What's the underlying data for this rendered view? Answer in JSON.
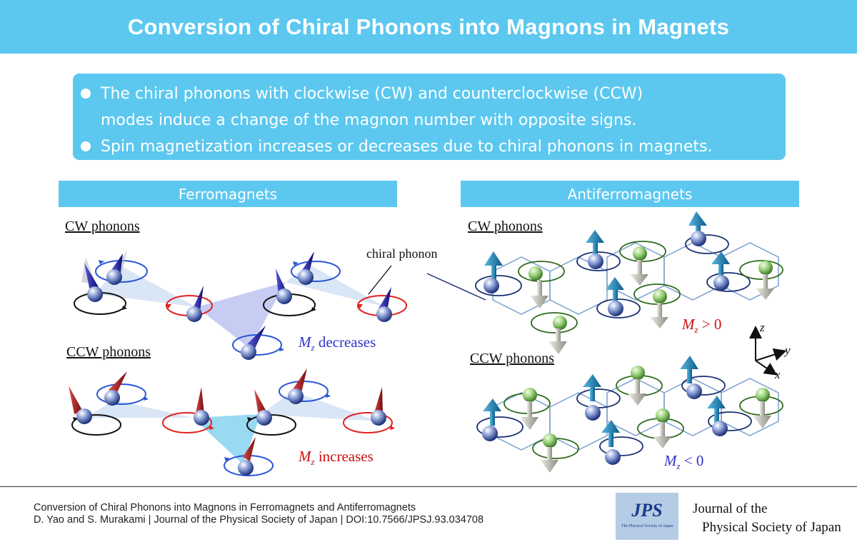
{
  "title": "Conversion of Chiral Phonons into Magnons in Magnets",
  "summary": {
    "bullet1_line1": "The chiral phonons with clockwise (CW) and counterclockwise (CCW)",
    "bullet1_line2": "modes induce a change of the magnon number with opposite signs.",
    "bullet2": "Spin magnetization increases or decreases due to chiral phonons in magnets."
  },
  "ferro": {
    "header": "Ferromagnets",
    "cw_label": "CW phonons",
    "ccw_label": "CCW phonons",
    "chiral_phonon_label": "chiral phonon",
    "cw_result_symbol": "M",
    "cw_result_sub": "z",
    "cw_result_text": "decreases",
    "ccw_result_symbol": "M",
    "ccw_result_sub": "z",
    "ccw_result_text": "increases"
  },
  "antiferro": {
    "header": "Antiferromagnets",
    "cw_label": "CW phonons",
    "ccw_label": "CCW phonons",
    "cw_result_symbol": "M",
    "cw_result_sub": "z",
    "cw_result_text": "> 0",
    "ccw_result_symbol": "M",
    "ccw_result_sub": "z",
    "ccw_result_text": "< 0"
  },
  "axes": {
    "z": "z",
    "y": "y",
    "x": "x"
  },
  "footer": {
    "article_title": "Conversion of Chiral Phonons into Magnons in Ferromagnets and Antiferromagnets",
    "citation": "D. Yao and S. Murakami | Journal of the Physical Society of Japan | DOI:10.7566/JPSJ.93.034708",
    "logo_text": "JPS",
    "logo_subtext": "The Physical Society of Japan",
    "journal_line1": "Journal of the",
    "journal_line2": "Physical Society of Japan"
  },
  "colors": {
    "accent": "#5cc8ef",
    "cw_ring": "#e02020",
    "ccw_ring": "#2a56d6",
    "ferro_spin_up": "#1a1aa8",
    "ferro_spin_down": "#a81a1a",
    "afm_spin_up": "#1a7ab0",
    "afm_spin_down": "#c8c8c0",
    "mz_decrease": "#3333cc",
    "mz_increase": "#cc1111"
  }
}
